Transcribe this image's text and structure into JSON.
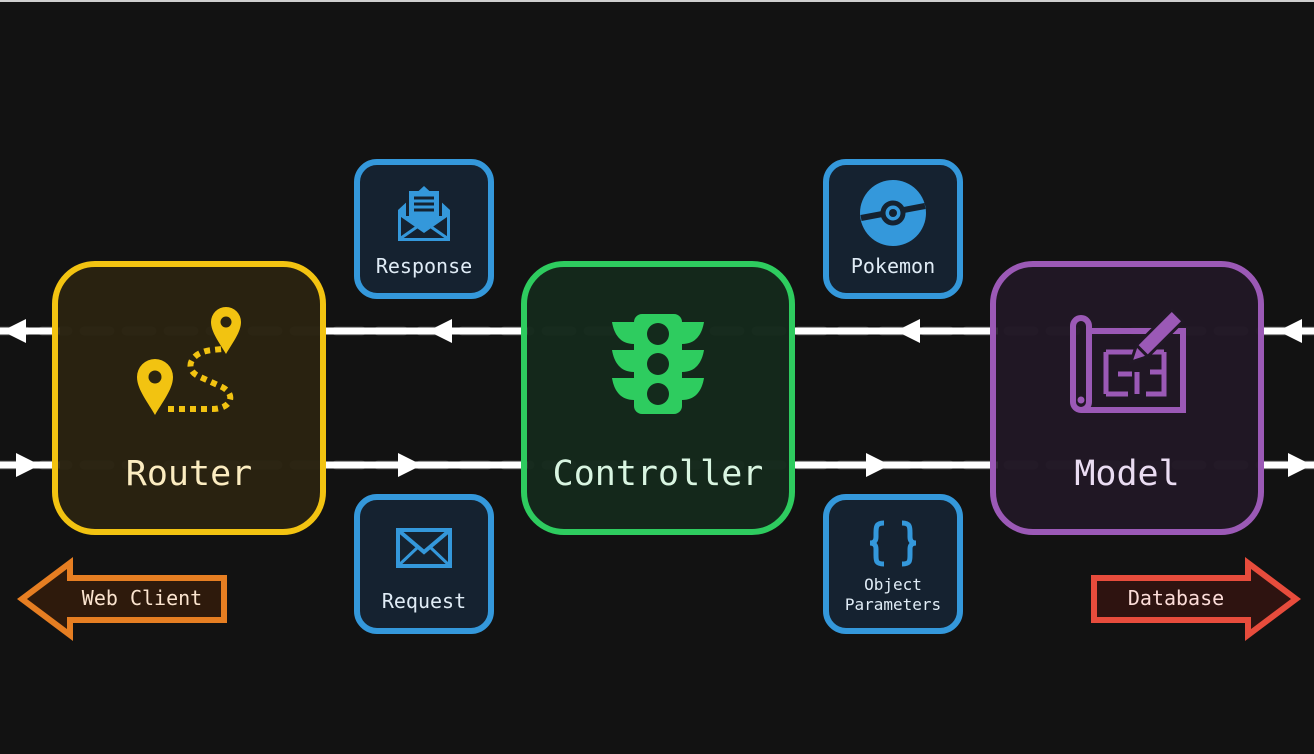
{
  "colors": {
    "background": "#121212",
    "router": "#f2c311",
    "controller": "#2ecc5f",
    "model": "#9b59b6",
    "payload": "#3498db",
    "web_client": "#e67e22",
    "database": "#e74c3c",
    "flow_line": "#ffffff"
  },
  "nodes": {
    "router": {
      "label": "Router",
      "icon": "map-route-icon"
    },
    "controller": {
      "label": "Controller",
      "icon": "traffic-light-icon"
    },
    "model": {
      "label": "Model",
      "icon": "blueprint-icon"
    }
  },
  "payloads": {
    "response": {
      "label": "Response",
      "icon": "open-envelope-icon"
    },
    "request": {
      "label": "Request",
      "icon": "envelope-icon"
    },
    "pokemon": {
      "label": "Pokemon",
      "icon": "pokeball-icon"
    },
    "object_parameters": {
      "label_line1": "Object",
      "label_line2": "Parameters",
      "icon": "curly-braces-icon"
    }
  },
  "endpoints": {
    "web_client": {
      "label": "Web Client",
      "direction": "left"
    },
    "database": {
      "label": "Database",
      "direction": "right"
    }
  }
}
